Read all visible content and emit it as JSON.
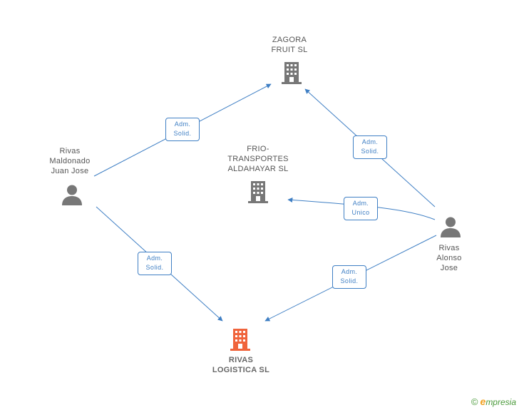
{
  "nodes": {
    "zagora": {
      "lines": [
        "ZAGORA",
        "FRUIT SL"
      ],
      "icon": "building-icon",
      "color": "#777777"
    },
    "frio": {
      "lines": [
        "FRIO-",
        "TRANSPORTES",
        "ALDAHAYAR SL"
      ],
      "icon": "building-icon",
      "color": "#777777"
    },
    "rivas_logistica": {
      "lines": [
        "RIVAS",
        "LOGISTICA SL"
      ],
      "icon": "building-icon",
      "color": "#f0643c"
    },
    "rivas_maldonado": {
      "lines": [
        "Rivas",
        "Maldonado",
        "Juan Jose"
      ],
      "icon": "person-icon",
      "color": "#777777"
    },
    "rivas_alonso": {
      "lines": [
        "Rivas",
        "Alonso",
        "Jose"
      ],
      "icon": "person-icon",
      "color": "#777777"
    }
  },
  "edges": [
    {
      "from": "rivas_maldonado",
      "to": "zagora",
      "lines": [
        "Adm.",
        "Solid."
      ]
    },
    {
      "from": "rivas_alonso",
      "to": "zagora",
      "lines": [
        "Adm.",
        "Solid."
      ]
    },
    {
      "from": "rivas_alonso",
      "to": "frio",
      "lines": [
        "Adm.",
        "Unico"
      ]
    },
    {
      "from": "rivas_maldonado",
      "to": "rivas_logistica",
      "lines": [
        "Adm.",
        "Solid."
      ]
    },
    {
      "from": "rivas_alonso",
      "to": "rivas_logistica",
      "lines": [
        "Adm.",
        "Solid."
      ]
    }
  ],
  "colors": {
    "edge": "#3f7fc4"
  },
  "footer": {
    "copyright": "©",
    "brand_initial": "e",
    "brand_rest": "mpresia"
  }
}
